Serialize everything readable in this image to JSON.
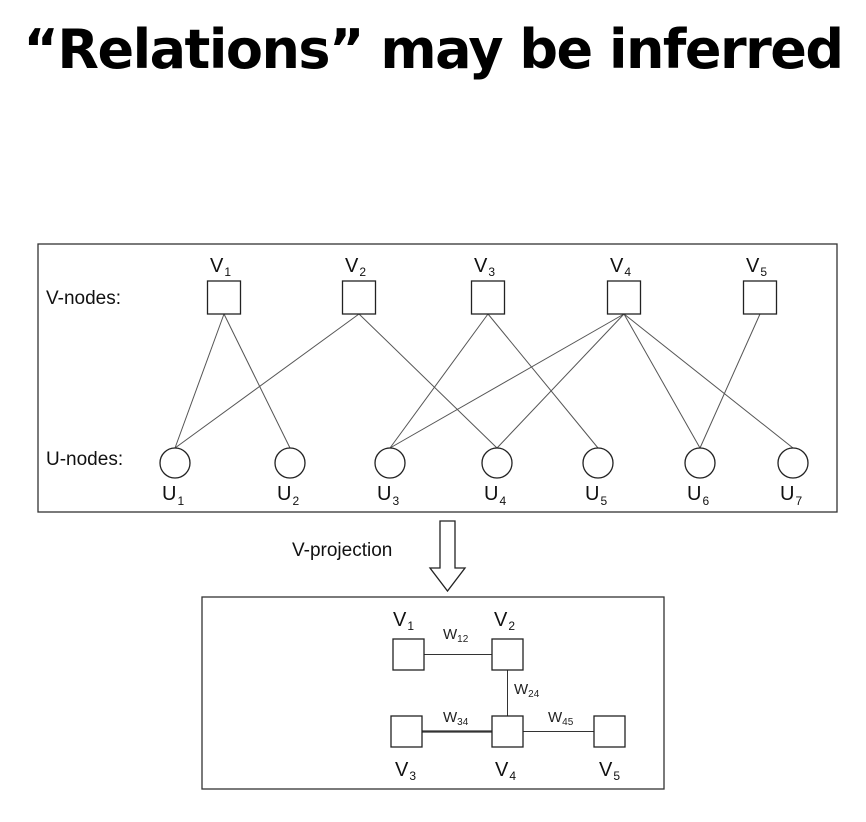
{
  "title": "“Relations” may be inferred",
  "bipartite": {
    "v_row_label": "V-nodes:",
    "u_row_label": "U-nodes:",
    "v_nodes": [
      {
        "id": "V1",
        "base": "V",
        "sub": "1"
      },
      {
        "id": "V2",
        "base": "V",
        "sub": "2"
      },
      {
        "id": "V3",
        "base": "V",
        "sub": "3"
      },
      {
        "id": "V4",
        "base": "V",
        "sub": "4"
      },
      {
        "id": "V5",
        "base": "V",
        "sub": "5"
      }
    ],
    "u_nodes": [
      {
        "id": "U1",
        "base": "U",
        "sub": "1"
      },
      {
        "id": "U2",
        "base": "U",
        "sub": "2"
      },
      {
        "id": "U3",
        "base": "U",
        "sub": "3"
      },
      {
        "id": "U4",
        "base": "U",
        "sub": "4"
      },
      {
        "id": "U5",
        "base": "U",
        "sub": "5"
      },
      {
        "id": "U6",
        "base": "U",
        "sub": "6"
      },
      {
        "id": "U7",
        "base": "U",
        "sub": "7"
      }
    ],
    "edges": [
      [
        "V1",
        "U1"
      ],
      [
        "V1",
        "U2"
      ],
      [
        "V2",
        "U1"
      ],
      [
        "V2",
        "U4"
      ],
      [
        "V3",
        "U3"
      ],
      [
        "V3",
        "U5"
      ],
      [
        "V4",
        "U3"
      ],
      [
        "V4",
        "U4"
      ],
      [
        "V4",
        "U6"
      ],
      [
        "V4",
        "U7"
      ],
      [
        "V5",
        "U6"
      ]
    ]
  },
  "projection": {
    "arrow_label": "V-projection",
    "nodes": [
      {
        "id": "V1",
        "base": "V",
        "sub": "1"
      },
      {
        "id": "V2",
        "base": "V",
        "sub": "2"
      },
      {
        "id": "V3",
        "base": "V",
        "sub": "3"
      },
      {
        "id": "V4",
        "base": "V",
        "sub": "4"
      },
      {
        "id": "V5",
        "base": "V",
        "sub": "5"
      }
    ],
    "edges": [
      {
        "from": "V1",
        "to": "V2",
        "base": "W",
        "sub": "12"
      },
      {
        "from": "V2",
        "to": "V4",
        "base": "W",
        "sub": "24"
      },
      {
        "from": "V3",
        "to": "V4",
        "base": "W",
        "sub": "34"
      },
      {
        "from": "V4",
        "to": "V5",
        "base": "W",
        "sub": "45"
      }
    ]
  }
}
